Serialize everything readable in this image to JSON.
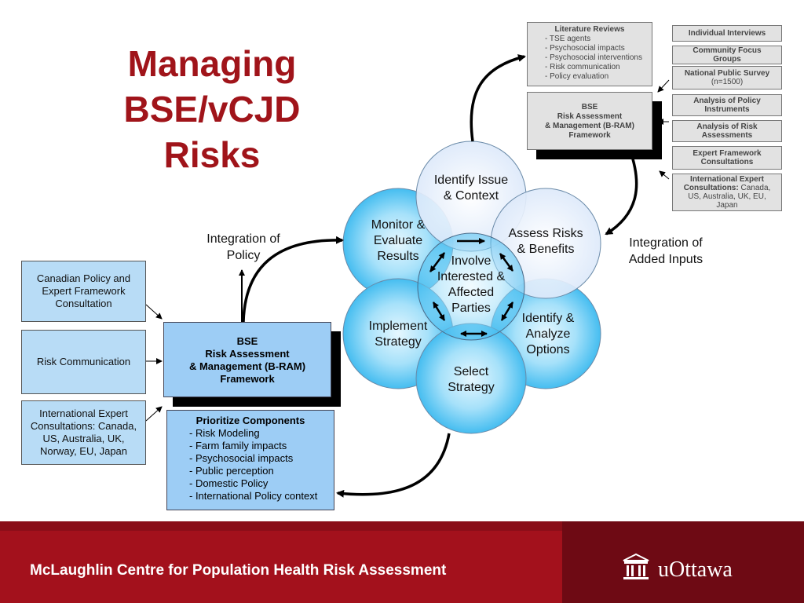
{
  "title_lines": [
    "Managing",
    "BSE/vCJD",
    "Risks"
  ],
  "cycle": {
    "identify_issue": [
      "Identify Issue",
      "& Context"
    ],
    "assess_risks": [
      "Assess Risks",
      "& Benefits"
    ],
    "identify_options": [
      "Identify &",
      "Analyze",
      "Options"
    ],
    "select_strategy": [
      "Select",
      "Strategy"
    ],
    "implement_strategy": [
      "Implement",
      "Strategy"
    ],
    "monitor_evaluate": [
      "Monitor &",
      "Evaluate",
      "Results"
    ],
    "center": [
      "Involve",
      "Interested &",
      "Affected",
      "Parties"
    ]
  },
  "annotations": {
    "integration_policy": [
      "Integration of",
      "Policy"
    ],
    "integration_inputs": [
      "Integration of",
      "Added Inputs"
    ]
  },
  "left_boxes": {
    "canadian_policy": [
      "Canadian Policy and",
      "Expert Framework",
      "Consultation"
    ],
    "risk_communication": [
      "Risk Communication"
    ],
    "international": [
      "International Expert",
      "Consultations: Canada,",
      "US, Australia, UK,",
      "Norway, EU, Japan"
    ]
  },
  "main_framework": [
    "BSE",
    "Risk Assessment",
    "& Management (B-RAM)",
    "Framework"
  ],
  "prioritize": {
    "heading": "Prioritize Components",
    "items": [
      "- Risk Modeling",
      "- Farm family impacts",
      "- Psychosocial impacts",
      "- Public perception",
      "- Domestic Policy",
      "- International Policy context"
    ]
  },
  "literature": {
    "heading": "Literature Reviews",
    "items": [
      "- TSE agents",
      "- Psychosocial impacts",
      "- Psychosocial interventions",
      "- Risk communication",
      "- Policy evaluation"
    ]
  },
  "framework_small": [
    "BSE",
    "Risk Assessment",
    "& Management (B-RAM)",
    "Framework"
  ],
  "input_boxes": [
    {
      "bold": [
        "Individual Interviews"
      ],
      "normal": []
    },
    {
      "bold": [
        "Community Focus",
        "Groups"
      ],
      "normal": []
    },
    {
      "bold": [
        "National Public Survey"
      ],
      "normal": [
        "(n=1500)"
      ]
    },
    {
      "bold": [
        "Analysis of Policy",
        "Instruments"
      ],
      "normal": []
    },
    {
      "bold": [
        "Analysis of Risk",
        "Assessments"
      ],
      "normal": []
    },
    {
      "bold": [
        "Expert Framework",
        "Consultations"
      ],
      "normal": []
    },
    {
      "bold": [
        "International Expert",
        "Consultations:"
      ],
      "normal": [
        "Canada,",
        "US, Australia, UK, EU,",
        "Japan"
      ]
    }
  ],
  "footer": {
    "centre_name": "McLaughlin Centre for Population Health Risk Assessment",
    "logo_text": "uOttawa"
  },
  "colors": {
    "title": "#a0141a",
    "footer_red": "#a3111c",
    "footer_dark": "#6e0a14",
    "box_blue": "#9dcdf5",
    "circle_light": "#e8f1fc",
    "circle_cyan": "#5cc6f2"
  }
}
